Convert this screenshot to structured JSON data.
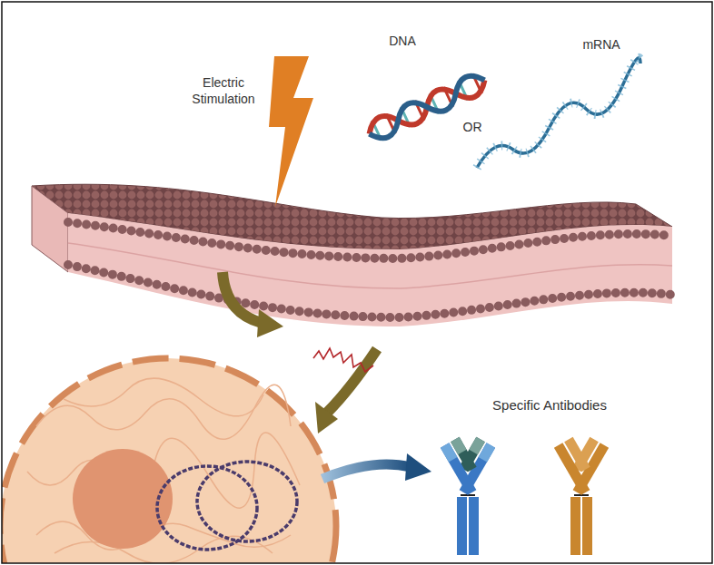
{
  "diagram": {
    "labels": [
      "Electric Stimulation",
      "DNA",
      "OR",
      "mRNA",
      "Specific Antibodies"
    ]
  }
}
